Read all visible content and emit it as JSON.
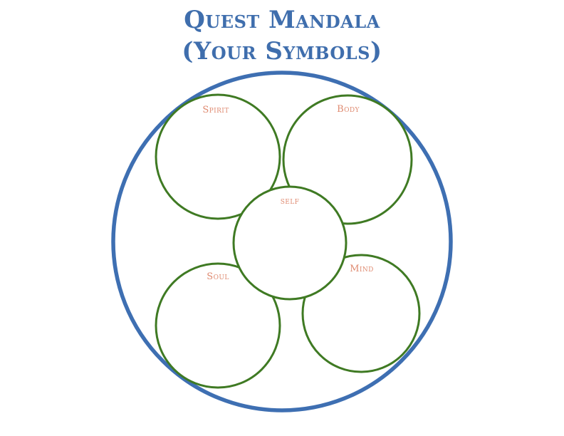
{
  "title": {
    "line1": "Quest Mandala",
    "line2": "(Your Symbols)"
  },
  "circles": {
    "spirit": "Spirit",
    "body": "Body",
    "self": "self",
    "soul": "Soul",
    "mind": "Mind"
  },
  "colors": {
    "title": "#3f6ead",
    "outer_ring": "#3e6fb2",
    "inner_ring": "#3f7a23",
    "label": "#df8a70"
  }
}
